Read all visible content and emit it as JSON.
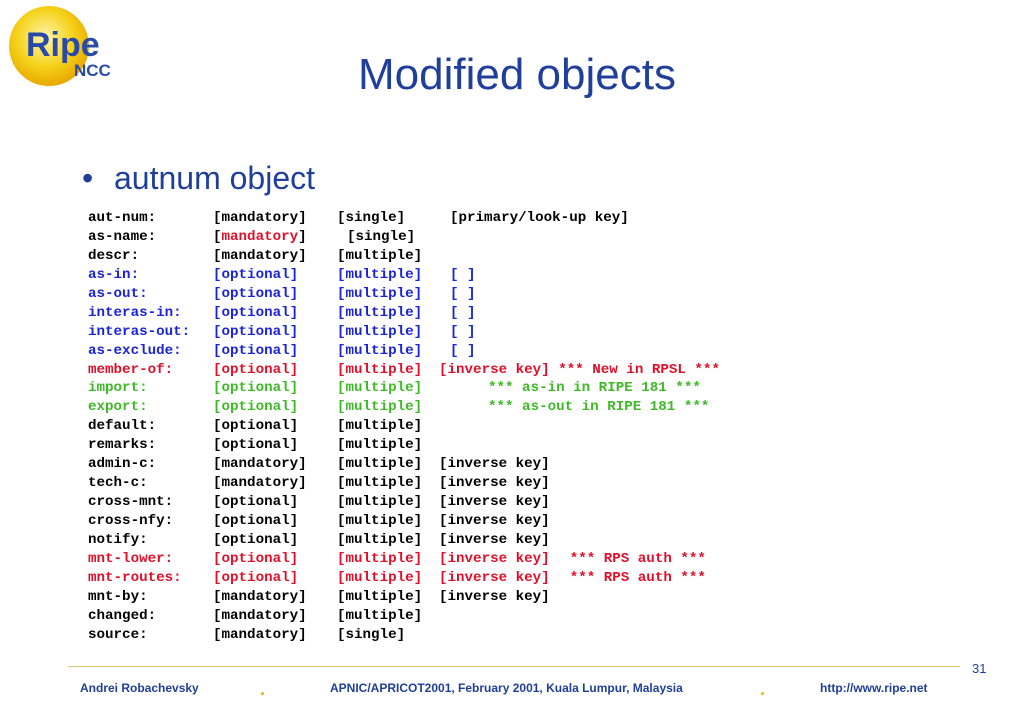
{
  "logo": {
    "text_main": "Ripe",
    "text_sub": "NCC"
  },
  "title": "Modified objects",
  "bullet": "autnum object",
  "rows": [
    {
      "attr": "aut-num:",
      "req": "[mandatory]",
      "mult": "[single]",
      "note": "[primary/look-up key]",
      "color": "black"
    },
    {
      "attr": "as-name:",
      "req_open": "[",
      "req_word": "mandatory",
      "req_close": "]",
      "mult": "[single]",
      "note": "",
      "color": "black",
      "special": "as-name"
    },
    {
      "attr": "descr:",
      "req": "[mandatory]",
      "mult": "[multiple]",
      "note": "",
      "color": "black"
    },
    {
      "attr": "as-in:",
      "req": "[optional]",
      "mult": "[multiple]",
      "note": "[ ]",
      "color": "blue"
    },
    {
      "attr": "as-out:",
      "req": "[optional]",
      "mult": "[multiple]",
      "note": "[ ]",
      "color": "blue"
    },
    {
      "attr": "interas-in:",
      "req": "[optional]",
      "mult": "[multiple]",
      "note": "[ ]",
      "color": "blue"
    },
    {
      "attr": "interas-out:",
      "req": "[optional]",
      "mult": "[multiple]",
      "note": "[ ]",
      "color": "blue"
    },
    {
      "attr": "as-exclude:",
      "req": "[optional]",
      "mult": "[multiple]",
      "note": "[ ]",
      "color": "blue"
    },
    {
      "attr": "member-of:",
      "req": "[optional]",
      "mult": "[multiple]",
      "note": "[inverse key] *** New in RPSL ***",
      "color": "red",
      "offset": true
    },
    {
      "attr": "import:",
      "req": "[optional]",
      "mult": "[multiple]",
      "note": "*** as-in in RIPE 181 ***",
      "color": "green",
      "indent": "note"
    },
    {
      "attr": "export:",
      "req": "[optional]",
      "mult": "[multiple]",
      "note": "*** as-out in RIPE 181 ***",
      "color": "green",
      "indent": "note"
    },
    {
      "attr": "default:",
      "req": "[optional]",
      "mult": "[multiple]",
      "note": "",
      "color": "black"
    },
    {
      "attr": "remarks:",
      "req": "[optional]",
      "mult": "[multiple]",
      "note": "",
      "color": "black"
    },
    {
      "attr": "admin-c:",
      "req": "[mandatory]",
      "mult": "[multiple]",
      "note": "[inverse key]",
      "color": "black",
      "offset": true
    },
    {
      "attr": "tech-c:",
      "req": "[mandatory]",
      "mult": "[multiple]",
      "note": "[inverse key]",
      "color": "black",
      "offset": true
    },
    {
      "attr": "cross-mnt:",
      "req": "[optional]",
      "mult": "[multiple]",
      "note": "[inverse key]",
      "color": "black",
      "offset": true
    },
    {
      "attr": "cross-nfy:",
      "req": "[optional]",
      "mult": "[multiple]",
      "note": "[inverse key]",
      "color": "black",
      "offset": true
    },
    {
      "attr": "notify:",
      "req": "[optional]",
      "mult": "[multiple]",
      "note": "[inverse key]",
      "color": "black",
      "offset": true
    },
    {
      "attr": "mnt-lower:",
      "req": "[optional]",
      "mult": "[multiple]",
      "note": "[inverse key]",
      "note2": "*** RPS auth ***",
      "color": "red",
      "offset": true
    },
    {
      "attr": "mnt-routes:",
      "req": "[optional]",
      "mult": "[multiple]",
      "note": "[inverse key]",
      "note2": "*** RPS auth ***",
      "color": "red",
      "offset": true
    },
    {
      "attr": "mnt-by:",
      "req": "[mandatory]",
      "mult": "[multiple]",
      "note": "[inverse key]",
      "color": "black",
      "offset": true
    },
    {
      "attr": "changed:",
      "req": "[mandatory]",
      "mult": "[multiple]",
      "note": "",
      "color": "black"
    },
    {
      "attr": "source:",
      "req": "[mandatory]",
      "mult": "[single]",
      "note": "",
      "color": "black"
    }
  ],
  "page_number": "31",
  "footer": {
    "author": "Andrei Robachevsky",
    "separator": ".",
    "event": "APNIC/APRICOT2001, February 2001, Kuala Lumpur, Malaysia",
    "url": "http://www.ripe.net"
  },
  "colors": {
    "title_blue": "#1f3f9a",
    "red": "#e0102a",
    "blue": "#1a24d6",
    "green": "#3fb928",
    "rule": "#d8c777",
    "logo_yellow": "#f2c400"
  }
}
